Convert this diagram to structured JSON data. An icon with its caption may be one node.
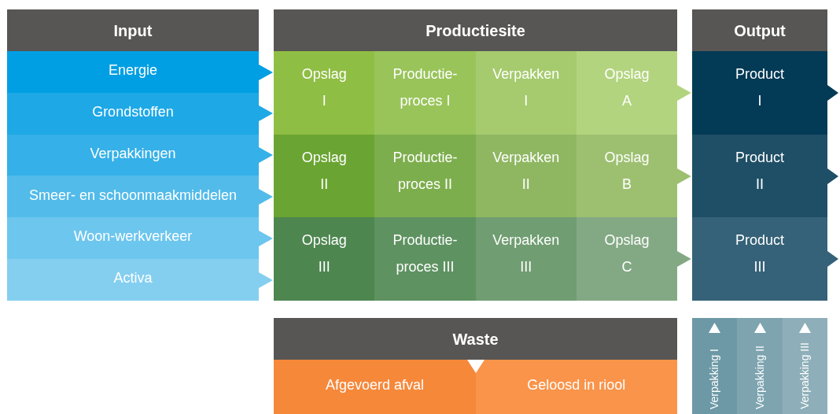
{
  "diagram": {
    "nodes": [
      {
        "text": [
          "Input"
        ]
      },
      {
        "text": [
          "Energie"
        ],
        "in": 0
      },
      {
        "text": [
          "Grondstoffen"
        ],
        "in": 0
      },
      {
        "text": [
          "Verpakkingen"
        ],
        "in": 0
      },
      {
        "text": [
          "Smeer- en schoonmaakmiddelen"
        ],
        "in": 0
      },
      {
        "text": [
          "Woon-werkverkeer"
        ],
        "in": 0
      },
      {
        "text": [
          "Activa"
        ],
        "in": 0
      },
      {
        "text": [
          "Productiesite"
        ]
      },
      {
        "text": [
          "Opslag I"
        ],
        "in": 7
      },
      {
        "text": [
          "Productie- proces I"
        ],
        "in": 7
      },
      {
        "text": [
          "Verpakken I"
        ],
        "in": 7
      },
      {
        "text": [
          "Opslag A"
        ],
        "in": 7
      },
      {
        "text": [
          "Opslag II"
        ],
        "in": 7
      },
      {
        "text": [
          "Productie- proces II"
        ],
        "in": 7
      },
      {
        "text": [
          "Verpakken II"
        ],
        "in": 7
      },
      {
        "text": [
          "Opslag B"
        ],
        "in": 7
      },
      {
        "text": [
          "Opslag III"
        ],
        "in": 7
      },
      {
        "text": [
          "Productie- proces III"
        ],
        "in": 7
      },
      {
        "text": [
          "Verpakken III"
        ],
        "in": 7
      },
      {
        "text": [
          "Opslag C"
        ],
        "in": 7
      },
      {
        "text": [
          "Output"
        ]
      },
      {
        "text": [
          "Product I"
        ],
        "in": 20
      },
      {
        "text": [
          "Product II"
        ],
        "in": 20
      },
      {
        "text": [
          "Product III"
        ],
        "in": 20
      },
      {
        "text": [
          "Waste"
        ]
      },
      {
        "text": [
          "Afgevoerd afval"
        ],
        "in": 24
      },
      {
        "text": [
          "Geloosd in riool"
        ],
        "in": 24
      },
      {
        "text": [
          "Verpakking I"
        ]
      },
      {
        "text": [
          "Verpakking II"
        ]
      },
      {
        "text": [
          "Verpakking III"
        ]
      }
    ],
    "edges": [
      {
        "from": 1,
        "to": 7,
        "arrow": "to"
      },
      {
        "from": 2,
        "to": 7,
        "arrow": "to"
      },
      {
        "from": 3,
        "to": 7,
        "arrow": "to"
      },
      {
        "from": 4,
        "to": 7,
        "arrow": "to"
      },
      {
        "from": 5,
        "to": 7,
        "arrow": "to"
      },
      {
        "from": 6,
        "to": 7,
        "arrow": "to"
      },
      {
        "from": 11,
        "to": 21,
        "arrow": "to"
      },
      {
        "from": 15,
        "to": 22,
        "arrow": "to"
      },
      {
        "from": 19,
        "to": 23,
        "arrow": "to"
      },
      {
        "from": 21,
        "to": null,
        "arrow": "to"
      },
      {
        "from": 22,
        "to": null,
        "arrow": "to"
      },
      {
        "from": 23,
        "to": null,
        "arrow": "to"
      },
      {
        "from": 27,
        "to": null,
        "arrow": "to"
      },
      {
        "from": 28,
        "to": null,
        "arrow": "to"
      },
      {
        "from": 29,
        "to": null,
        "arrow": "to"
      },
      {
        "from": 24,
        "to": null,
        "arrow": "to"
      }
    ]
  }
}
